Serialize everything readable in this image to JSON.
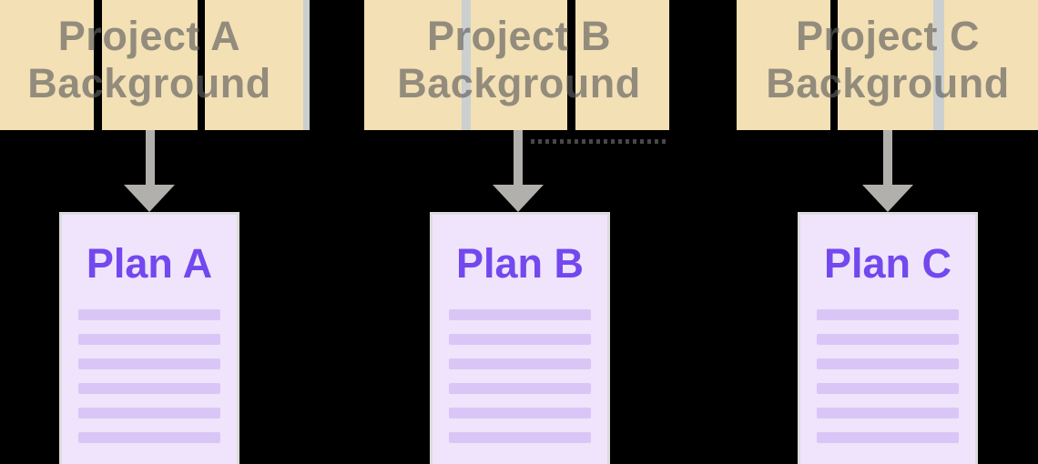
{
  "colors": {
    "background": "#000000",
    "source_card": "#F3E0B4",
    "divider_strip": "#CBCFD0",
    "ghost_text": "#606060",
    "arrow": "#B2B0AD",
    "plan_card_background": "#EFE4FB",
    "plan_card_border": "#DCDCDC",
    "plan_title_text": "#7348EE",
    "plan_text_line": "#D9C6F7"
  },
  "groups": [
    {
      "background_title_line1": "Project A",
      "background_title_line2": "Background",
      "plan_title": "Plan A",
      "text_line_count": 6
    },
    {
      "background_title_line1": "Project B",
      "background_title_line2": "Background",
      "plan_title": "Plan B",
      "text_line_count": 6
    },
    {
      "background_title_line1": "Project C",
      "background_title_line2": "Background",
      "plan_title": "Plan C",
      "text_line_count": 6
    }
  ]
}
